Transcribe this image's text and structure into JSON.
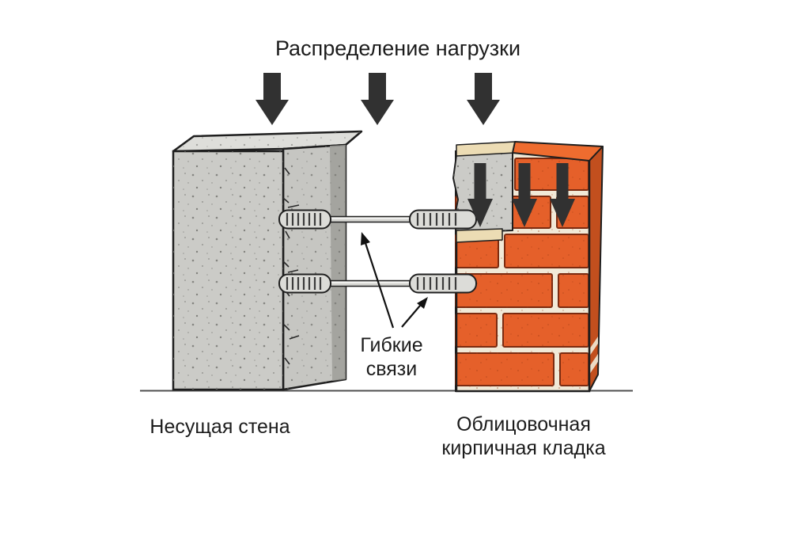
{
  "title": "Распределение нагрузки",
  "annotation": {
    "line1": "Гибкие",
    "line2": "связи"
  },
  "walls": {
    "left_label": "Несущая стена",
    "right_label_line1": "Облицовочная",
    "right_label_line2": "кирпичная кладка"
  },
  "counts": {
    "large_load_arrows": 3,
    "small_load_arrows": 3,
    "flexible_ties": 2
  },
  "colors": {
    "background": "#ffffff",
    "text": "#1c1c1c",
    "arrow": "#313131",
    "outline": "#1e1e1e",
    "concrete_front": "#cbcbc7",
    "concrete_top": "#dededa",
    "concrete_side": "#c6c6c2",
    "concrete_side_dark": "#9d9d99",
    "speckle": "#73736f",
    "brick": "#e5602a",
    "brick_top": "#ee6c2f",
    "brick_side": "#c24f1e",
    "brick_outline": "#7c2b10",
    "mortar": "#f1e9d7",
    "patch_beige": "#ecdcb4",
    "tie_fill": "#dcdcd8",
    "tie_rib": "#3c3c3c",
    "tie_outline": "#1f1f1f",
    "ground": "#4f4f4f",
    "pointer": "#111111"
  }
}
